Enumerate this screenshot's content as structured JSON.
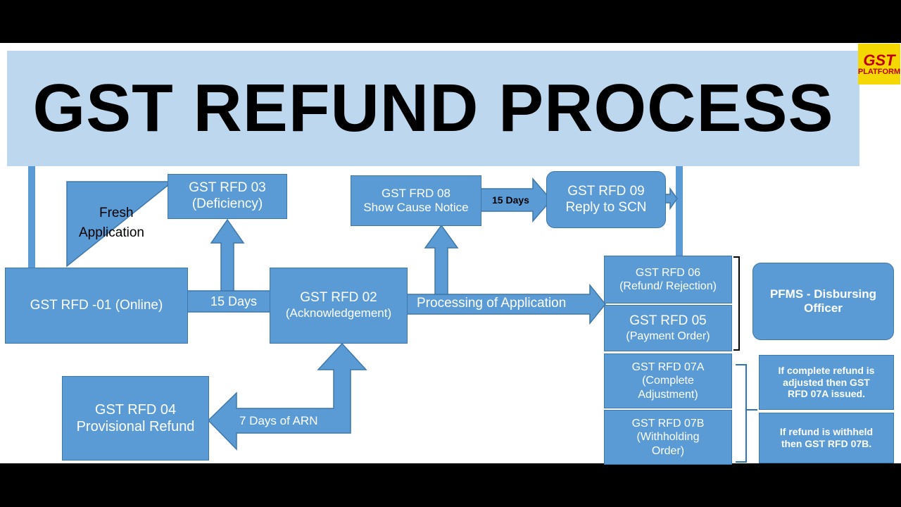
{
  "title": "GST REFUND PROCESS",
  "logo": {
    "line1": "GST",
    "line2": "PLATFORM"
  },
  "nodes": {
    "rfd01": "GST RFD -01 (Online)",
    "rfd02_line1": "GST RFD 02",
    "rfd02_line2": "(Acknowledgement)",
    "rfd03_line1": "GST RFD 03",
    "rfd03_line2": "(Deficiency)",
    "rfd04_line1": "GST RFD 04",
    "rfd04_line2": "Provisional Refund",
    "frd08_line1": "GST FRD 08",
    "frd08_line2": "Show Cause Notice",
    "rfd09_line1": "GST RFD 09",
    "rfd09_line2": "Reply to SCN",
    "rfd06_line1": "GST RFD 06",
    "rfd06_line2": "(Refund/ Rejection)",
    "rfd05_line1": "GST RFD 05",
    "rfd05_line2": "(Payment Order)",
    "rfd07a_line1": "GST RFD 07A",
    "rfd07a_line2": "(Complete",
    "rfd07a_line3": "Adjustment)",
    "rfd07b_line1": "GST RFD 07B",
    "rfd07b_line2": "(Withholding",
    "rfd07b_line3": "Order)",
    "pfms_line1": "PFMS - Disbursing",
    "pfms_line2": "Officer",
    "note07a_line1": "If complete refund is",
    "note07a_line2": "adjusted then GST",
    "note07a_line3": "RFD 07A issued.",
    "note07b_line1": "If refund is withheld",
    "note07b_line2": "then GST RFD 07B."
  },
  "labels": {
    "fresh_line1": "Fresh",
    "fresh_line2": "Application",
    "days15_a": "15 Days",
    "days15_b": "15 Days",
    "processing": "Processing of Application",
    "arn": "7 Days of ARN"
  },
  "colors": {
    "box_fill": "#5b9bd5",
    "box_border": "#3f77a8",
    "title_fill": "#bdd7ee",
    "logo_fill": "#f5d800",
    "logo_text": "#c00000"
  }
}
